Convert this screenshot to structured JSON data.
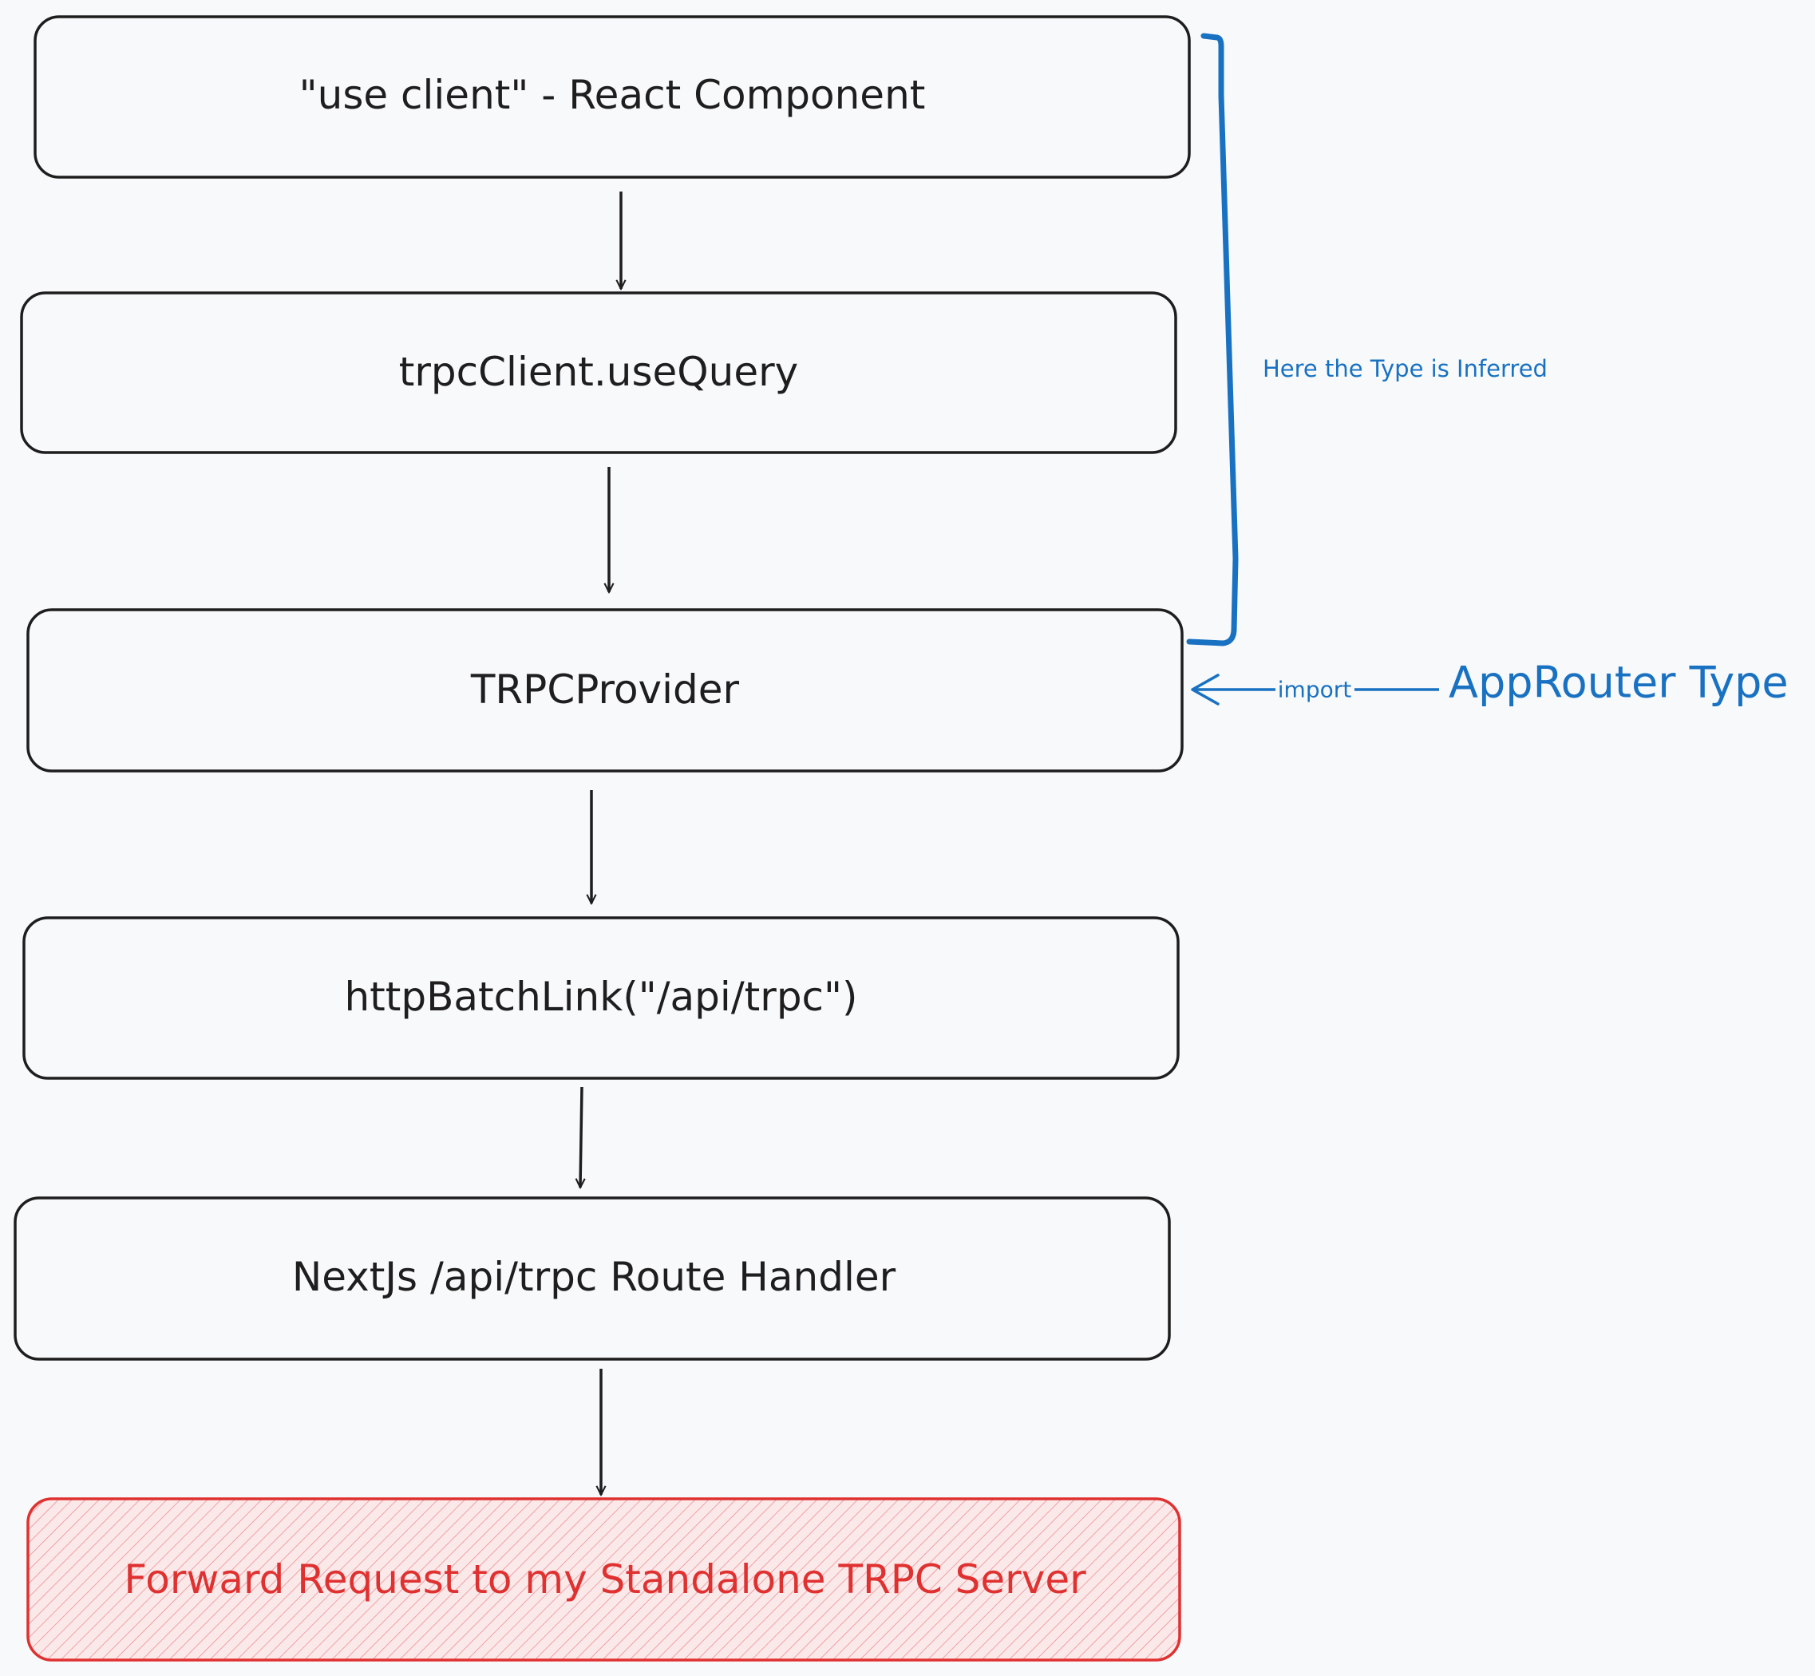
{
  "diagram": {
    "nodes": [
      {
        "id": "use-client",
        "label": "\"use client\" - React Component"
      },
      {
        "id": "use-query",
        "label": "trpcClient.useQuery"
      },
      {
        "id": "provider",
        "label": "TRPCProvider"
      },
      {
        "id": "batch-link",
        "label": "httpBatchLink(\"/api/trpc\")"
      },
      {
        "id": "route-handler",
        "label": "NextJs /api/trpc Route Handler"
      },
      {
        "id": "forward",
        "label": "Forward Request to my Standalone TRPC Server",
        "highlight": true
      }
    ],
    "edges": [
      {
        "from": "use-client",
        "to": "use-query"
      },
      {
        "from": "use-query",
        "to": "provider"
      },
      {
        "from": "provider",
        "to": "batch-link"
      },
      {
        "from": "batch-link",
        "to": "route-handler"
      },
      {
        "from": "route-handler",
        "to": "forward"
      },
      {
        "from": "app-router-type",
        "to": "provider",
        "label": "import"
      }
    ],
    "bracket_note": "Here the Type is Inferred",
    "app_router_type": "AppRouter Type"
  },
  "colors": {
    "background": "#f8f9fb",
    "stroke": "#1e1e1e",
    "accent_blue": "#1971c2",
    "danger_red": "#e03131",
    "danger_fill": "#ffe3e3"
  }
}
